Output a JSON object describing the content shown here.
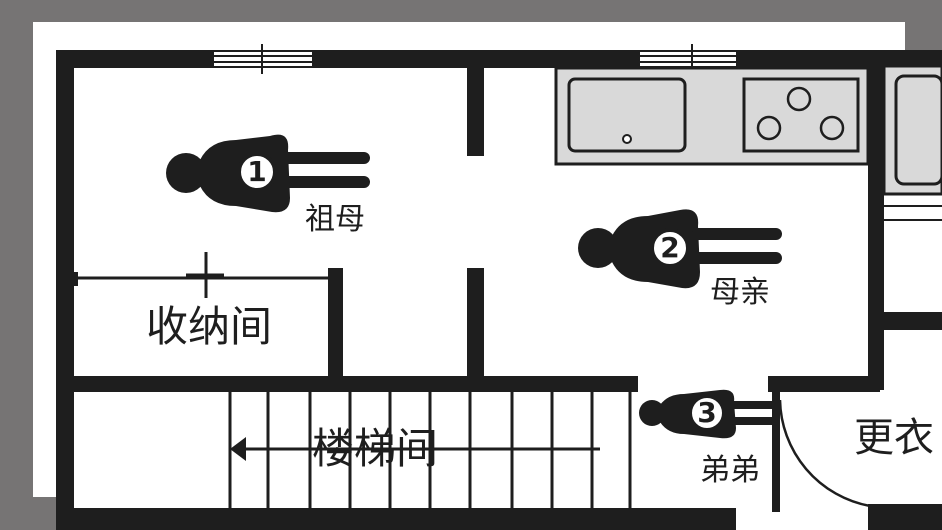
{
  "rooms": {
    "storage": "收纳间",
    "stairs": "楼梯间",
    "changing": "更衣"
  },
  "people": [
    {
      "number": "1",
      "label": "祖母"
    },
    {
      "number": "2",
      "label": "母亲"
    },
    {
      "number": "3",
      "label": "弟弟"
    }
  ],
  "colors": {
    "background": "#767474",
    "floor": "#ffffff",
    "wall": "#1e1e1e",
    "fixture": "#d9d9d9"
  }
}
